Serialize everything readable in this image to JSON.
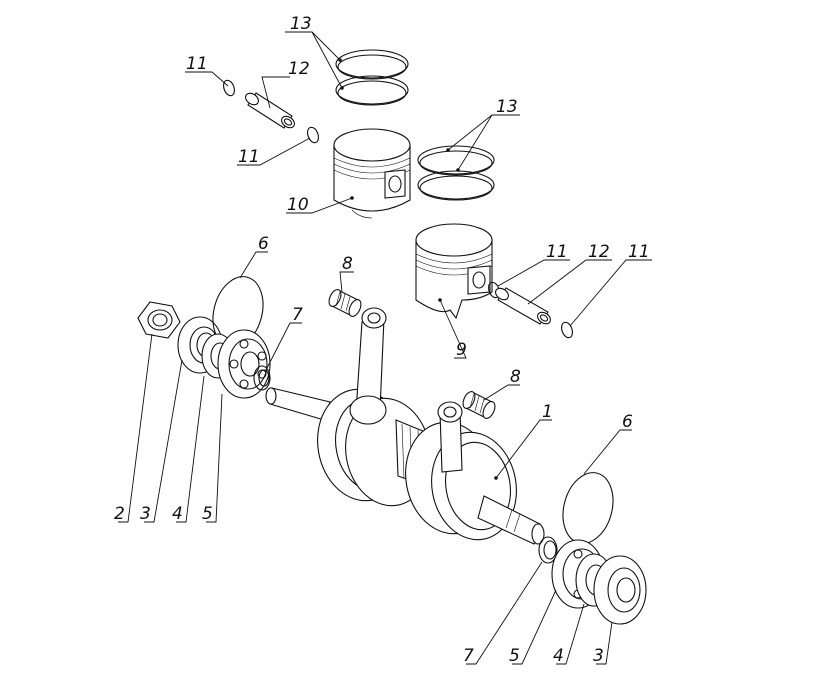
{
  "diagram": {
    "labels": [
      {
        "id": "lbl-13-top",
        "text": "13"
      },
      {
        "id": "lbl-11-top",
        "text": "11"
      },
      {
        "id": "lbl-12-top",
        "text": "12"
      },
      {
        "id": "lbl-11-mid",
        "text": "11"
      },
      {
        "id": "lbl-10",
        "text": "10"
      },
      {
        "id": "lbl-13-right",
        "text": "13"
      },
      {
        "id": "lbl-6-left",
        "text": "6"
      },
      {
        "id": "lbl-8-top",
        "text": "8"
      },
      {
        "id": "lbl-11-right-a",
        "text": "11"
      },
      {
        "id": "lbl-12-right",
        "text": "12"
      },
      {
        "id": "lbl-11-right-b",
        "text": "11"
      },
      {
        "id": "lbl-7-left",
        "text": "7"
      },
      {
        "id": "lbl-9",
        "text": "9"
      },
      {
        "id": "lbl-8-right",
        "text": "8"
      },
      {
        "id": "lbl-1",
        "text": "1"
      },
      {
        "id": "lbl-6-right",
        "text": "6"
      },
      {
        "id": "lbl-2",
        "text": "2"
      },
      {
        "id": "lbl-3-left",
        "text": "3"
      },
      {
        "id": "lbl-4-left",
        "text": "4"
      },
      {
        "id": "lbl-5-left",
        "text": "5"
      },
      {
        "id": "lbl-7-right",
        "text": "7"
      },
      {
        "id": "lbl-5-right",
        "text": "5"
      },
      {
        "id": "lbl-4-right",
        "text": "4"
      },
      {
        "id": "lbl-3-right",
        "text": "3"
      }
    ]
  }
}
